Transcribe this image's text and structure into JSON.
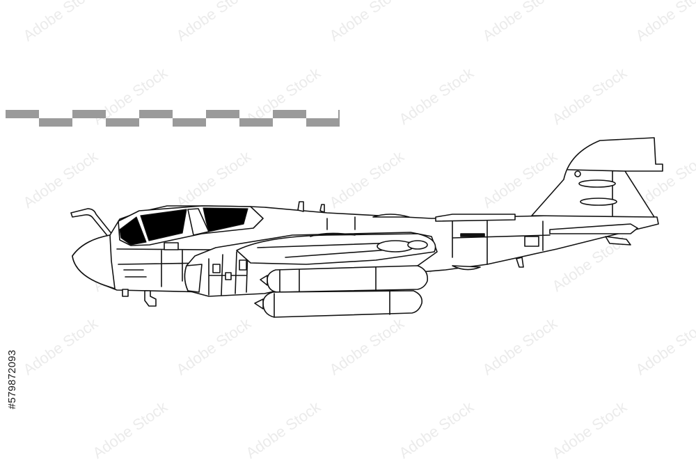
{
  "watermark": {
    "text": "Adobe Stock",
    "color": "#d9d9d9"
  },
  "stock_id": "#579872093",
  "scale_bar": {
    "segments": 10,
    "colors": [
      "#9a9a9a",
      "#ffffff"
    ]
  },
  "drawing": {
    "line_color": "#111111",
    "fill_color": "#ffffff",
    "canopy_color": "#000000",
    "subject": "aircraft-side-view"
  }
}
